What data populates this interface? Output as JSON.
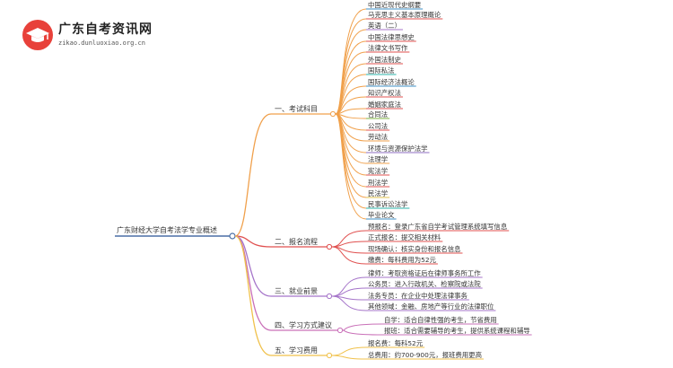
{
  "brand": {
    "title": "广东自考资讯网",
    "url": "zikao.dunluoxiao.org.cn",
    "icon": "graduation-cap-icon",
    "accent": "#e8413a"
  },
  "root": {
    "label": "广东财经大学自考法学专业概述",
    "color": "#4a6fa5"
  },
  "branches": [
    {
      "label": "一、考试科目",
      "color": "#f0a04b",
      "items": [
        {
          "label": "中国近现代史纲要",
          "color": "#3d8fc4"
        },
        {
          "label": "马克思主义基本原理概论",
          "color": "#e0504f"
        },
        {
          "label": "英语（二）",
          "color": "#a574c9"
        },
        {
          "label": "中国法律思想史",
          "color": "#e0504f"
        },
        {
          "label": "法律文书写作",
          "color": "#e0504f"
        },
        {
          "label": "外国法制史",
          "color": "#e0504f"
        },
        {
          "label": "国际私法",
          "color": "#2bb3a9"
        },
        {
          "label": "国际经济法概论",
          "color": "#3d8fc4"
        },
        {
          "label": "知识产权法",
          "color": "#e0504f"
        },
        {
          "label": "婚姻家庭法",
          "color": "#e0504f"
        },
        {
          "label": "合同法",
          "color": "#7cb342"
        },
        {
          "label": "公司法",
          "color": "#e0504f"
        },
        {
          "label": "劳动法",
          "color": "#f0a04b"
        },
        {
          "label": "环境与资源保护法学",
          "color": "#8e6cc2"
        },
        {
          "label": "法理学",
          "color": "#f0a04b"
        },
        {
          "label": "宪法学",
          "color": "#e0504f"
        },
        {
          "label": "刑法学",
          "color": "#e0504f"
        },
        {
          "label": "民法学",
          "color": "#e0c04b"
        },
        {
          "label": "民事诉讼法学",
          "color": "#2bb3a9"
        },
        {
          "label": "毕业论文",
          "color": "#3d8fc4"
        }
      ]
    },
    {
      "label": "二、报名流程",
      "color": "#e0504f",
      "items": [
        {
          "label": "预报名：登录广东省自学考试管理系统填写信息",
          "color": "#e0504f"
        },
        {
          "label": "正式报名：提交相关材料",
          "color": "#e0504f"
        },
        {
          "label": "现场确认：核实身份和报名信息",
          "color": "#e0504f"
        },
        {
          "label": "缴费：每科费用为52元",
          "color": "#e0504f"
        }
      ]
    },
    {
      "label": "三、就业前景",
      "color": "#a574c9",
      "items": [
        {
          "label": "律师：考取资格证后在律师事务所工作",
          "color": "#a574c9"
        },
        {
          "label": "公务员：进入行政机关、检察院或法院",
          "color": "#a574c9"
        },
        {
          "label": "法务专员：在企业中处理法律事务",
          "color": "#a574c9"
        },
        {
          "label": "其他领域：金融、房地产等行业的法律职位",
          "color": "#a574c9"
        }
      ]
    },
    {
      "label": "四、学习方式建议",
      "color": "#c970b8",
      "items": [
        {
          "label": "自学：适合自律性强的考生，节省费用",
          "color": "#c970b8"
        },
        {
          "label": "报班：适合需要辅导的考生，提供系统课程和辅导",
          "color": "#c970b8"
        }
      ]
    },
    {
      "label": "五、学习费用",
      "color": "#f0c14b",
      "items": [
        {
          "label": "报名费：每科52元",
          "color": "#f0c14b"
        },
        {
          "label": "总费用：约700-900元，报班费用更高",
          "color": "#f0c14b"
        }
      ]
    }
  ]
}
